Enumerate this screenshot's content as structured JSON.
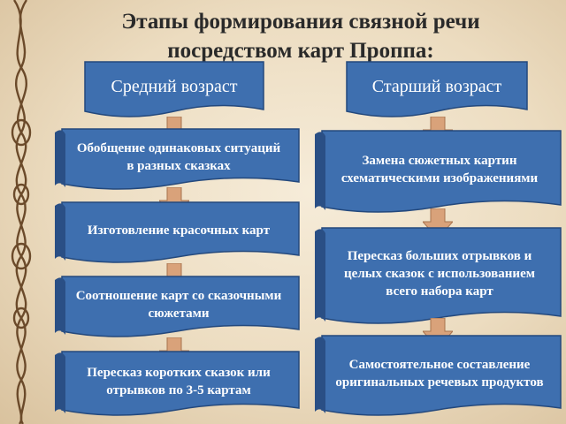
{
  "title": {
    "line1": "Этапы формирования связной речи",
    "line2": "посредством карт Проппа:"
  },
  "colors": {
    "banner_blue": "#3e6faf",
    "banner_dark": "#2a4f85",
    "arrow_sand": "#d9a27a",
    "text": "#2a2a2a"
  },
  "left_column": {
    "header": "Средний возраст",
    "steps": [
      "Обобщение одинаковых ситуаций в разных сказках",
      "Изготовление красочных карт",
      "Соотношение карт со сказочными сюжетами",
      "Пересказ коротких сказок или отрывков по 3-5 картам"
    ]
  },
  "right_column": {
    "header": "Старший возраст",
    "steps": [
      "Замена сюжетных картин схематическими изображениями",
      "Пересказ больших отрывков и целых сказок с использованием всего набора карт",
      "Самостоятельное составление оригинальных речевых продуктов"
    ]
  }
}
